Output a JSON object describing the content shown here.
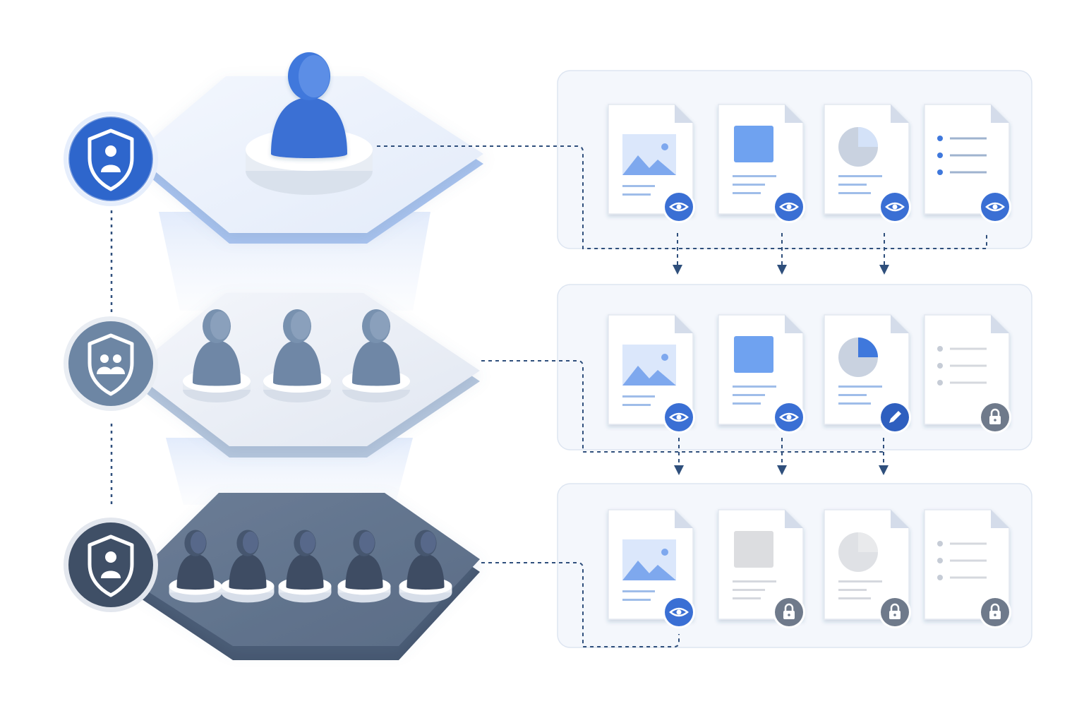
{
  "colors": {
    "accent": "#3a6fd4",
    "accent_dark": "#2e5fbf",
    "mid_slate": "#6d86a4",
    "dark_slate": "#4a5d79",
    "lock_gray": "#6f7a8b",
    "connector": "#2f4f7c",
    "panel_bg": "#f4f7fc",
    "panel_border": "#dde5f1"
  },
  "tiers": [
    {
      "id": "top",
      "badge_icon": "shield-single-user-icon",
      "users": 1,
      "permissions": [
        "view",
        "view",
        "view",
        "view"
      ]
    },
    {
      "id": "middle",
      "badge_icon": "shield-group-icon",
      "users": 3,
      "permissions": [
        "view",
        "view",
        "edit",
        "lock"
      ]
    },
    {
      "id": "bottom",
      "badge_icon": "shield-single-user-icon",
      "users": 5,
      "permissions": [
        "view",
        "lock",
        "lock",
        "lock"
      ]
    }
  ],
  "document_types": [
    "image-document",
    "block-document",
    "chart-document",
    "list-document"
  ]
}
